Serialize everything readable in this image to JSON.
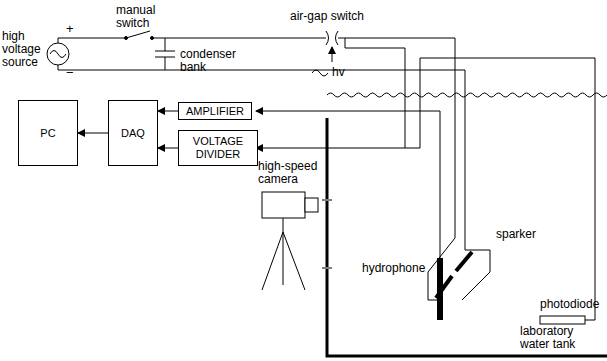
{
  "diagram": {
    "nodes": [
      {
        "text": [
          "PC"
        ]
      },
      {
        "text": [
          "DAQ"
        ]
      },
      {
        "text": [
          "AMPLIFIER"
        ]
      },
      {
        "text": [
          "VOLTAGE DIVIDER"
        ]
      }
    ],
    "edges": [
      {
        "from": 1,
        "to": 0,
        "arrow": "to"
      },
      {
        "from": 2,
        "to": 1,
        "arrow": "to"
      },
      {
        "from": 3,
        "to": 1,
        "arrow": "to"
      }
    ],
    "labels": [
      "high voltage source",
      "+",
      "−",
      "manual switch",
      "condenser bank",
      "air-gap switch",
      "hv",
      "high-speed camera",
      "hydrophone",
      "sparker",
      "photodiode",
      "laboratory water tank"
    ]
  }
}
